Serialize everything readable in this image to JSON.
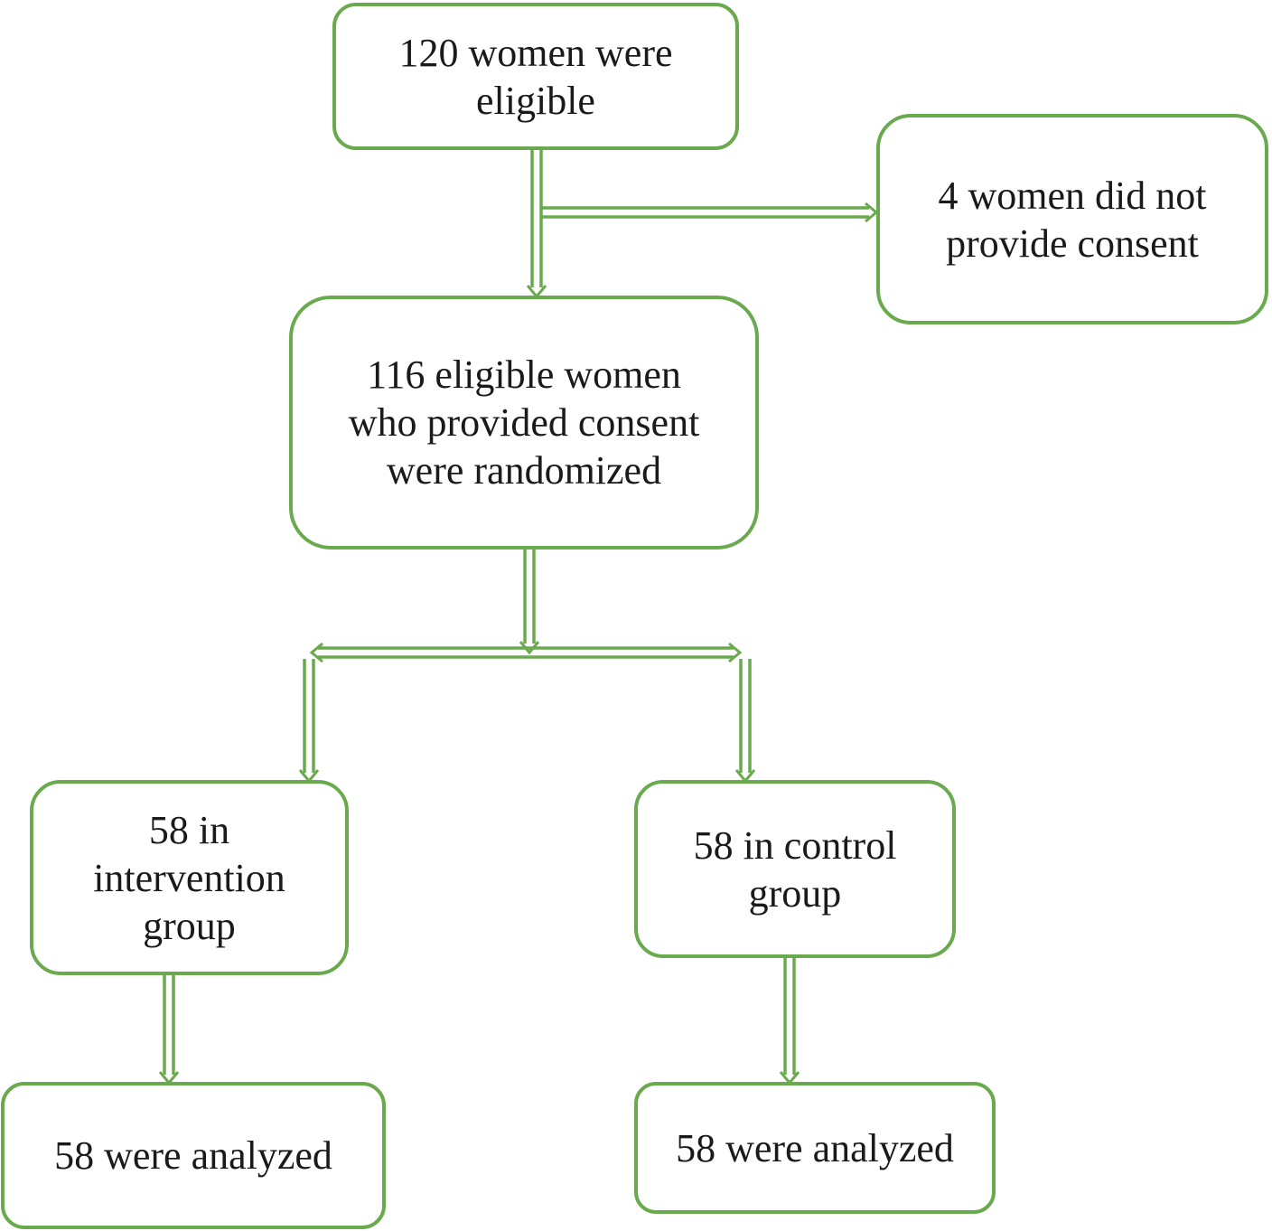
{
  "diagram": {
    "accent_color": "#6aaa4e",
    "nodes": {
      "eligible": "120 women were\neligible",
      "no_consent": "4 women did not\nprovide consent",
      "randomized": "116 eligible women\nwho provided consent\nwere randomized",
      "intervention": "58 in\nintervention\ngroup",
      "control": "58 in control\ngroup",
      "intervention_analyzed": "58 were analyzed",
      "control_analyzed": "58 were analyzed"
    },
    "edges": [
      {
        "from": "eligible",
        "to": "randomized"
      },
      {
        "from": "eligible",
        "to": "no_consent"
      },
      {
        "from": "randomized",
        "to": "intervention"
      },
      {
        "from": "randomized",
        "to": "control"
      },
      {
        "from": "intervention",
        "to": "intervention_analyzed"
      },
      {
        "from": "control",
        "to": "control_analyzed"
      }
    ]
  }
}
